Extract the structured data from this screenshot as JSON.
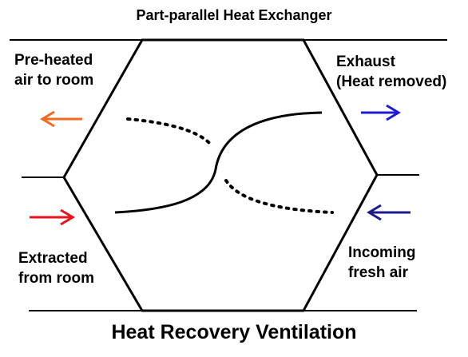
{
  "title": "Part-parallel Heat Exchanger",
  "caption": "Heat Recovery Ventilation",
  "labels": {
    "preheated_air": [
      "Pre-heated",
      "air to room"
    ],
    "exhaust": [
      "Exhaust",
      "(Heat removed)"
    ],
    "extracted": [
      "Extracted",
      "from room"
    ],
    "incoming": [
      "Incoming",
      "fresh air"
    ]
  },
  "colors": {
    "preheated_arrow": "#f26a21",
    "exhaust_arrow": "#1c1cd4",
    "extracted_arrow": "#e8141c",
    "incoming_arrow": "#1c1a8c",
    "lines": "#000000"
  }
}
